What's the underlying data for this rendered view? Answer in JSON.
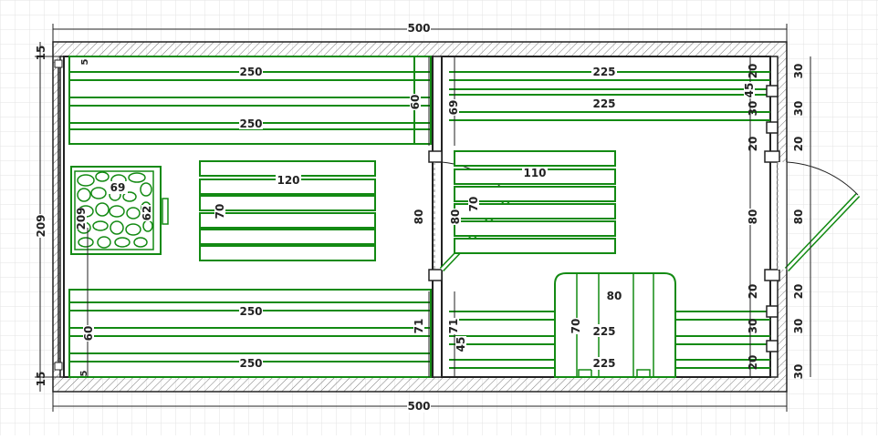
{
  "colors": {
    "grid_minor": "#e2e2e2",
    "grid_major": "#cfcfcf",
    "wall": "#222222",
    "bench": "#138a13",
    "dim": "#222222",
    "label_bg": "#ffffff"
  },
  "dimensions": {
    "top_width": "500",
    "bottom_width": "500",
    "left_height": "209",
    "left_top_gap": "15",
    "left_bottom_gap": "15",
    "steam_room": {
      "upper_bench_top": "250",
      "upper_bench_bottom": "250",
      "upper_bench_depth": "60",
      "upper_side_5": "5",
      "lower_bench_top": "250",
      "lower_bench_bottom": "250",
      "lower_bench_depth": "60",
      "lower_side_71": "71",
      "lower_side_5": "5",
      "stove_width": "69",
      "stove_height": "209",
      "stove_depth": "62",
      "floor_grate_width": "120",
      "floor_grate_depth": "70",
      "door_width": "80",
      "door_left": "80"
    },
    "wash_room": {
      "top_bench_1": "225",
      "top_bench_2": "225",
      "top_left_69": "69",
      "top_right_45": "45",
      "grate_width": "110",
      "grate_depth": "70",
      "door_dim": "80",
      "bottom_bench_1": "225",
      "bottom_bench_2": "225",
      "bottom_left_71": "71",
      "bottom_left_45": "45",
      "tub_width": "80",
      "tub_depth": "70",
      "right_80": "80",
      "right_20_a": "20",
      "right_30_a": "30",
      "right_20_b": "20",
      "right_20_c": "20",
      "right_30_b": "30",
      "right_20_d": "20"
    },
    "outer_right": {
      "r1": "30",
      "r2": "30",
      "r3": "20",
      "r4": "80",
      "r5": "20",
      "r6": "30",
      "r7": "30"
    }
  }
}
